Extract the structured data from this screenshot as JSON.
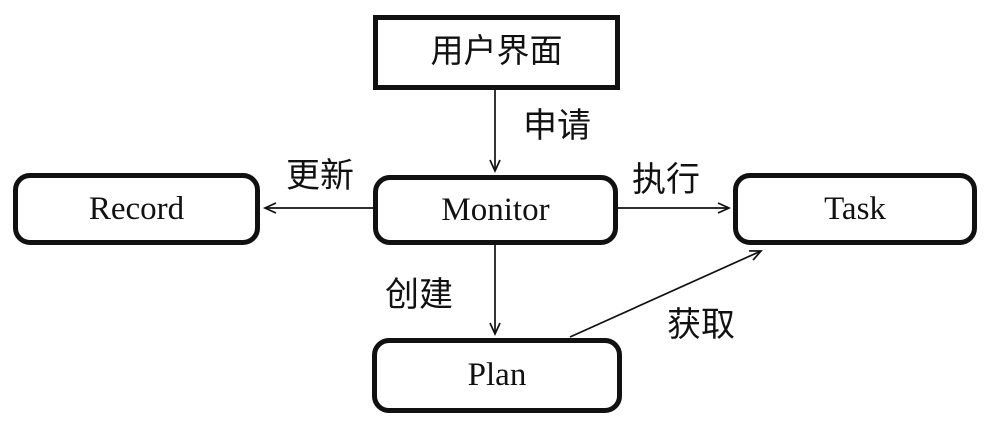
{
  "diagram": {
    "background_color": "#ffffff",
    "line_color": "#111111",
    "nodes": [
      {
        "id": "user-interface",
        "label": "用户界面",
        "shape": "rect"
      },
      {
        "id": "record",
        "label": "Record",
        "shape": "rounded"
      },
      {
        "id": "monitor",
        "label": "Monitor",
        "shape": "rounded"
      },
      {
        "id": "task",
        "label": "Task",
        "shape": "rounded"
      },
      {
        "id": "plan",
        "label": "Plan",
        "shape": "rounded"
      }
    ],
    "edges": [
      {
        "from": "user-interface",
        "to": "monitor",
        "label": "申请"
      },
      {
        "from": "monitor",
        "to": "record",
        "label": "更新"
      },
      {
        "from": "monitor",
        "to": "task",
        "label": "执行"
      },
      {
        "from": "monitor",
        "to": "plan",
        "label": "创建"
      },
      {
        "from": "plan",
        "to": "task",
        "label": "获取"
      }
    ]
  }
}
